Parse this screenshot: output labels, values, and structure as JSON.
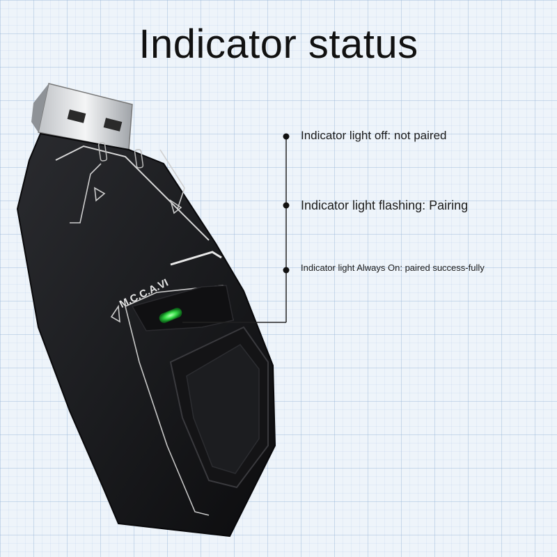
{
  "title": "Indicator status",
  "brand_label": "M.C.C.A.VI",
  "callouts": [
    {
      "label": "Indicator light off: not paired"
    },
    {
      "label": "Indicator light flashing: Pairing"
    },
    {
      "label": "Indicator light Always On: paired success-fully"
    }
  ],
  "colors": {
    "indicator_led": "#39e04a",
    "device_body": "#1b1c1f",
    "line": "#222222"
  }
}
